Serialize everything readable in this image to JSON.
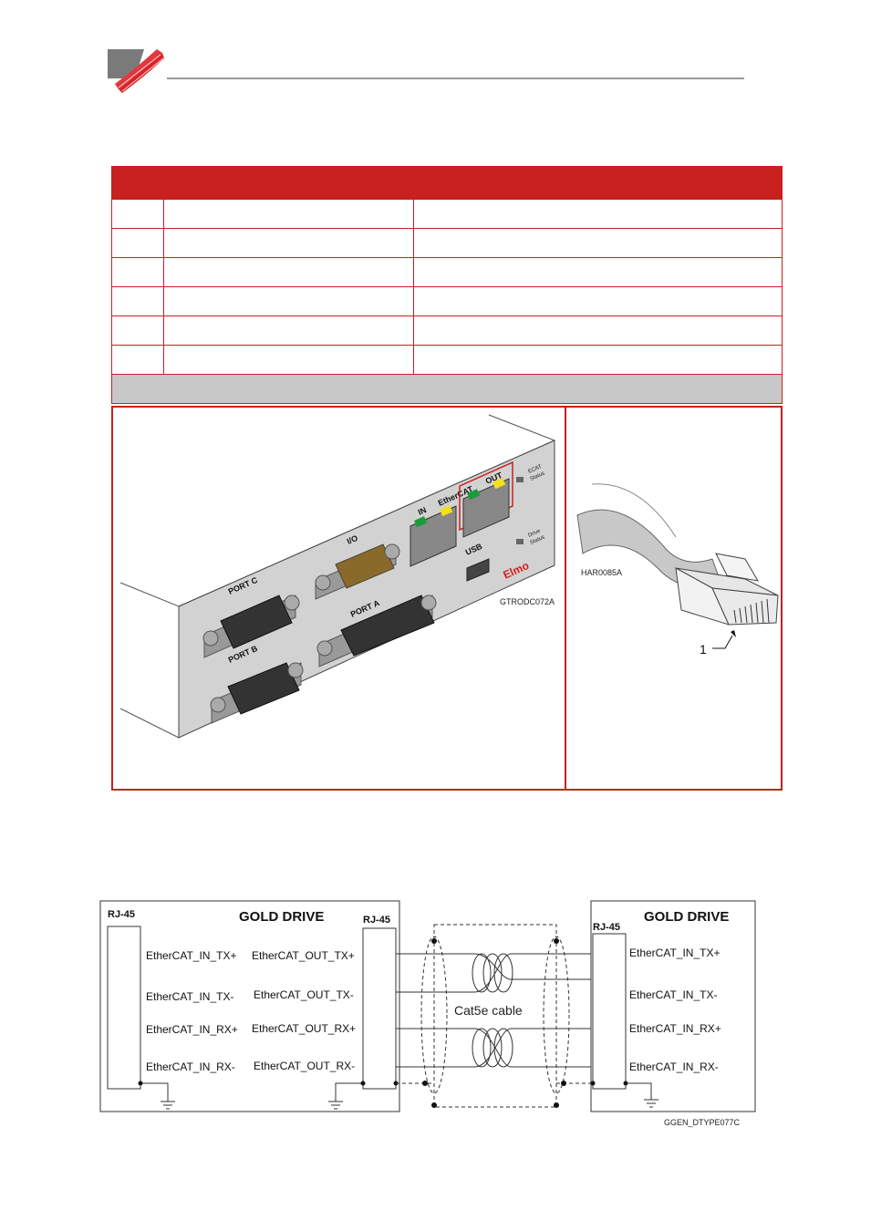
{
  "header": {
    "logo_icon": "elmo-logo-icon",
    "accent": "#c8201f"
  },
  "photo_left": {
    "caption": "GTRODC072A",
    "labels": {
      "port_c": "PORT C",
      "port_b": "PORT B",
      "port_a": "PORT A",
      "io": "I/O",
      "in": "IN",
      "ethercat": "EtherCAT",
      "out": "OUT",
      "usb": "USB",
      "brand": "Elmo",
      "ecat_status_1": "ECAT",
      "ecat_status_2": "Status",
      "drive_status_1": "Drive",
      "drive_status_2": "Status"
    }
  },
  "photo_right": {
    "caption": "HAR0085A",
    "callout": "1"
  },
  "diagram": {
    "left_title": "GOLD DRIVE",
    "right_title": "GOLD DRIVE",
    "rj45_label": "RJ-45",
    "cable_label": "Cat5e  cable",
    "caption": "GGEN_DTYPE077C",
    "left_in_signals": [
      "EtherCAT_IN_TX+",
      "EtherCAT_IN_TX-",
      "EtherCAT_IN_RX+",
      "EtherCAT_IN_RX-"
    ],
    "left_out_signals": [
      "EtherCAT_OUT_TX+",
      "EtherCAT_OUT_TX-",
      "EtherCAT_OUT_RX+",
      "EtherCAT_OUT_RX-"
    ],
    "right_in_signals": [
      "EtherCAT_IN_TX+",
      "EtherCAT_IN_TX-",
      "EtherCAT_IN_RX+",
      "EtherCAT_IN_RX-"
    ]
  }
}
